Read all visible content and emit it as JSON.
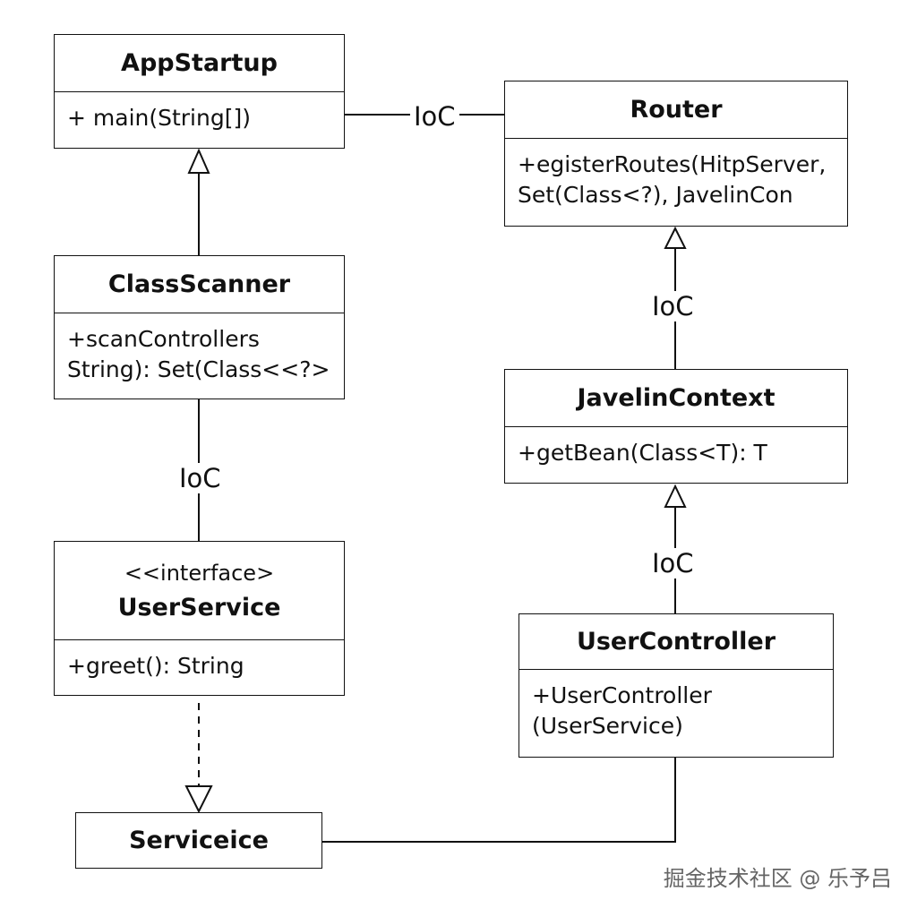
{
  "diagram": {
    "classes": {
      "app_startup": {
        "name": "AppStartup",
        "methods": [
          "+ main(String[])"
        ]
      },
      "router": {
        "name": "Router",
        "methods": [
          "+egisterRoutes(HitpServer,",
          "Set(Class<?), JavelinCon"
        ]
      },
      "class_scanner": {
        "name": "ClassScanner",
        "methods": [
          "+scanControllers",
          "String): Set(Class<<?>"
        ]
      },
      "javelin_context": {
        "name": "JavelinContext",
        "methods": [
          "+getBean(Class<T): T"
        ]
      },
      "user_service": {
        "stereotype": "<<interface>",
        "name": "UserService",
        "methods": [
          "+greet(): String"
        ]
      },
      "user_controller": {
        "name": "UserController",
        "methods": [
          "+UserController",
          "(UserService)"
        ]
      },
      "serviceice": {
        "name": "Serviceice"
      }
    },
    "connectors": {
      "app_router_label": "IoC",
      "scanner_service_label": "IoC",
      "context_router_label": "IoC",
      "controller_context_label": "IoC"
    }
  },
  "watermark": "掘金技术社区 @ 乐予吕",
  "colors": {
    "line": "#111111",
    "background": "#ffffff",
    "watermark": "#555555"
  }
}
